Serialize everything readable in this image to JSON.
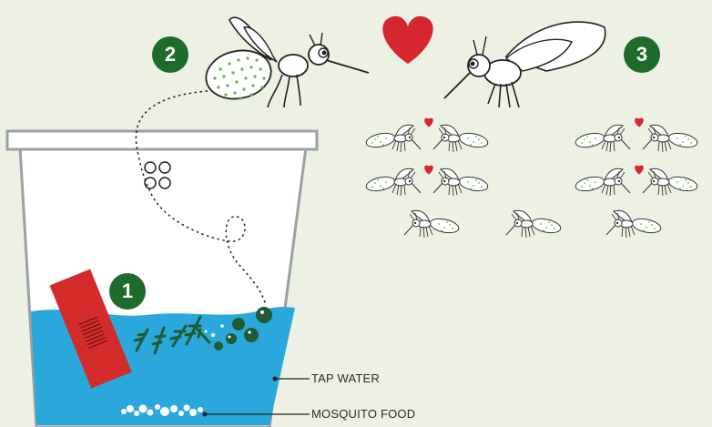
{
  "steps": [
    {
      "number": "1"
    },
    {
      "number": "2"
    },
    {
      "number": "3"
    }
  ],
  "labels": {
    "tap_water": "TAP WATER",
    "mosquito_food": "MOSQUITO FOOD"
  },
  "colors": {
    "background": "#ecf1e3",
    "water": "#2aa8dc",
    "step_badge": "#1e6b2c",
    "heart": "#d6262f",
    "strip": "#d42b2b",
    "dots": "#5fb548",
    "larvae": "#1f5c36"
  },
  "icons": [
    "mosquito-icon",
    "heart-icon",
    "egg-cluster-icon",
    "larva-icon",
    "absorbent-strip-icon"
  ]
}
